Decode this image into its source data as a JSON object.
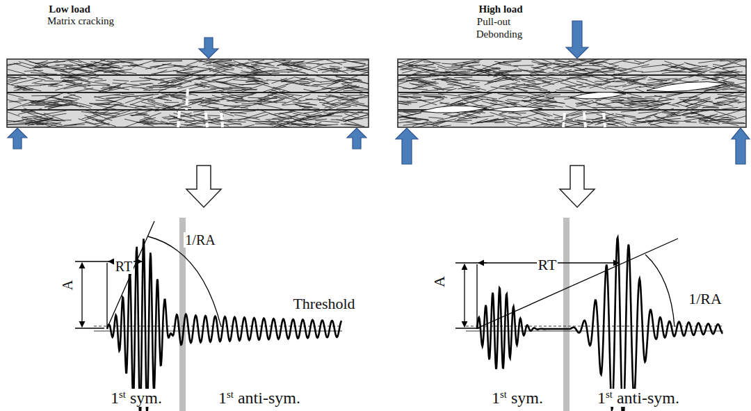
{
  "diagram": {
    "labels": [
      "Low load",
      "Matrix cracking",
      "RT",
      "1/RA",
      "A",
      "Threshold",
      "1st sym.",
      "1st anti-sym.",
      "High load",
      "Pull-out",
      "Debonding",
      "RT",
      "1/RA",
      "A",
      "1st sym.",
      "1st anti-sym."
    ]
  }
}
